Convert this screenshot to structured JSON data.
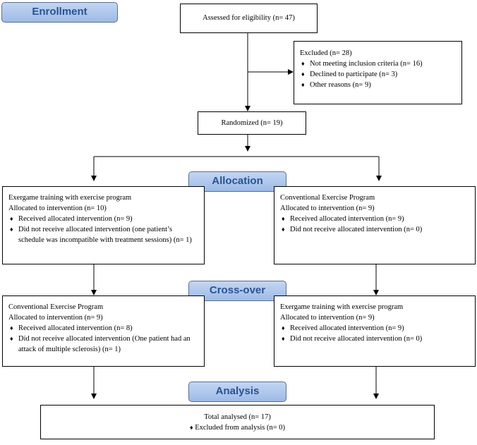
{
  "stages": {
    "enrollment": "Enrollment",
    "allocation": "Allocation",
    "crossover": "Cross-over",
    "analysis": "Analysis"
  },
  "assessed": "Assessed for eligibility (n= 47)",
  "excluded": {
    "title": "Excluded (n= 28)",
    "items": [
      "Not meeting inclusion criteria (n= 16)",
      "Declined to participate (n= 3)",
      "Other reasons (n= 9)"
    ]
  },
  "randomized": "Randomized (n= 19)",
  "allocation_left": {
    "title": "Exergame training with exercise program",
    "allocated": "Allocated to intervention (n= 10)",
    "items": [
      "Received allocated intervention (n=  9)",
      "Did not receive allocated intervention (one patient’s schedule was incompatible with treatment sessions) (n= 1)"
    ]
  },
  "allocation_right": {
    "title": "Conventional Exercise Program",
    "allocated": "Allocated to intervention (n= 9)",
    "items": [
      "Received allocated intervention (n= 9)",
      "Did not receive allocated intervention (n= 0)"
    ]
  },
  "crossover_left": {
    "title": "Conventional Exercise Program",
    "allocated": "Allocated to intervention (n= 9)",
    "items": [
      "Received allocated intervention (n=  8)",
      "Did not receive allocated intervention (One patient had an attack of multiple sclerosis) (n= 1)"
    ]
  },
  "crossover_right": {
    "title": "Exergame training with exercise program",
    "allocated": "Allocated to intervention (n= 9)",
    "items": [
      "Received allocated intervention (n=  9)",
      "Did not receive allocated intervention  (n= 0)"
    ]
  },
  "analysis": {
    "total": "Total analysed (n= 17)",
    "items": [
      "Excluded from analysis (n= 0)"
    ]
  },
  "colors": {
    "stage_fill": "#a9c4ec",
    "stage_text": "#2a5293",
    "stage_border": "#5a6f8c"
  },
  "bullet_glyph": "♦"
}
